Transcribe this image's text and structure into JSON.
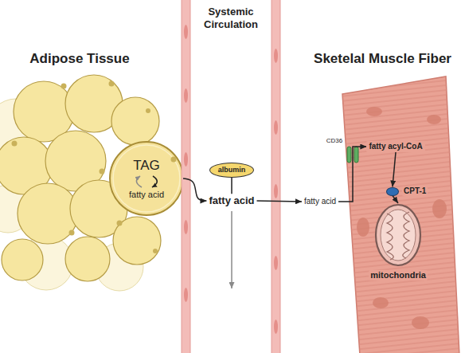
{
  "diagram": {
    "nodes": [
      {
        "text": [
          "Adipose Tissue"
        ]
      },
      {
        "text": [
          "TAG",
          "fatty acid"
        ],
        "in": 0
      },
      {
        "text": [
          "Systemic Circulation"
        ]
      },
      {
        "text": [
          "albumin"
        ],
        "in": 2
      },
      {
        "text": [
          "fatty acid"
        ],
        "in": 2
      },
      {
        "text": [
          "Sketelal Muscle Fiber"
        ]
      },
      {
        "text": [
          "fatty acid"
        ]
      },
      {
        "text": [
          "fatty acyl-CoA"
        ],
        "in": 5
      },
      {
        "text": [
          "CPT-1"
        ],
        "in": 5
      },
      {
        "text": [
          "mitochondria"
        ],
        "in": 5
      }
    ],
    "edges": [
      {
        "from": 1,
        "to": 4,
        "arrow": "to"
      },
      {
        "from": 3,
        "to": 4,
        "arrow": "none"
      },
      {
        "from": 4,
        "to": 6,
        "arrow": "to"
      },
      {
        "from": 6,
        "to": 7,
        "arrow": "to"
      },
      {
        "from": 7,
        "to": 8,
        "arrow": "to"
      },
      {
        "from": 8,
        "to": 9,
        "arrow": "to"
      }
    ],
    "labels": [
      "CD36"
    ]
  }
}
